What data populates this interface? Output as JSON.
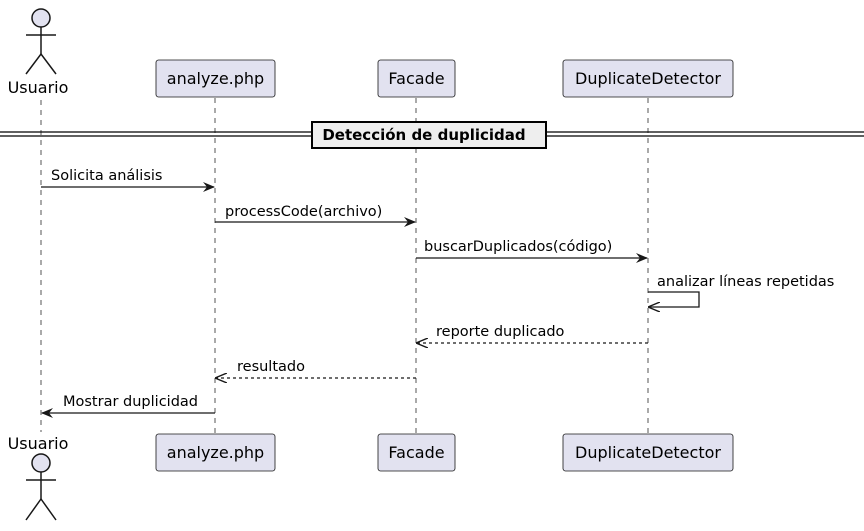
{
  "participants": {
    "usuario": "Usuario",
    "analyze": "analyze.php",
    "facade": "Facade",
    "detector": "DuplicateDetector"
  },
  "divider": "Detección de duplicidad",
  "messages": {
    "m1": "Solicita análisis",
    "m2": "processCode(archivo)",
    "m3": "buscarDuplicados(código)",
    "m4": "analizar líneas repetidas",
    "m5": "reporte duplicado",
    "m6": "resultado",
    "m7": "Mostrar duplicidad"
  }
}
